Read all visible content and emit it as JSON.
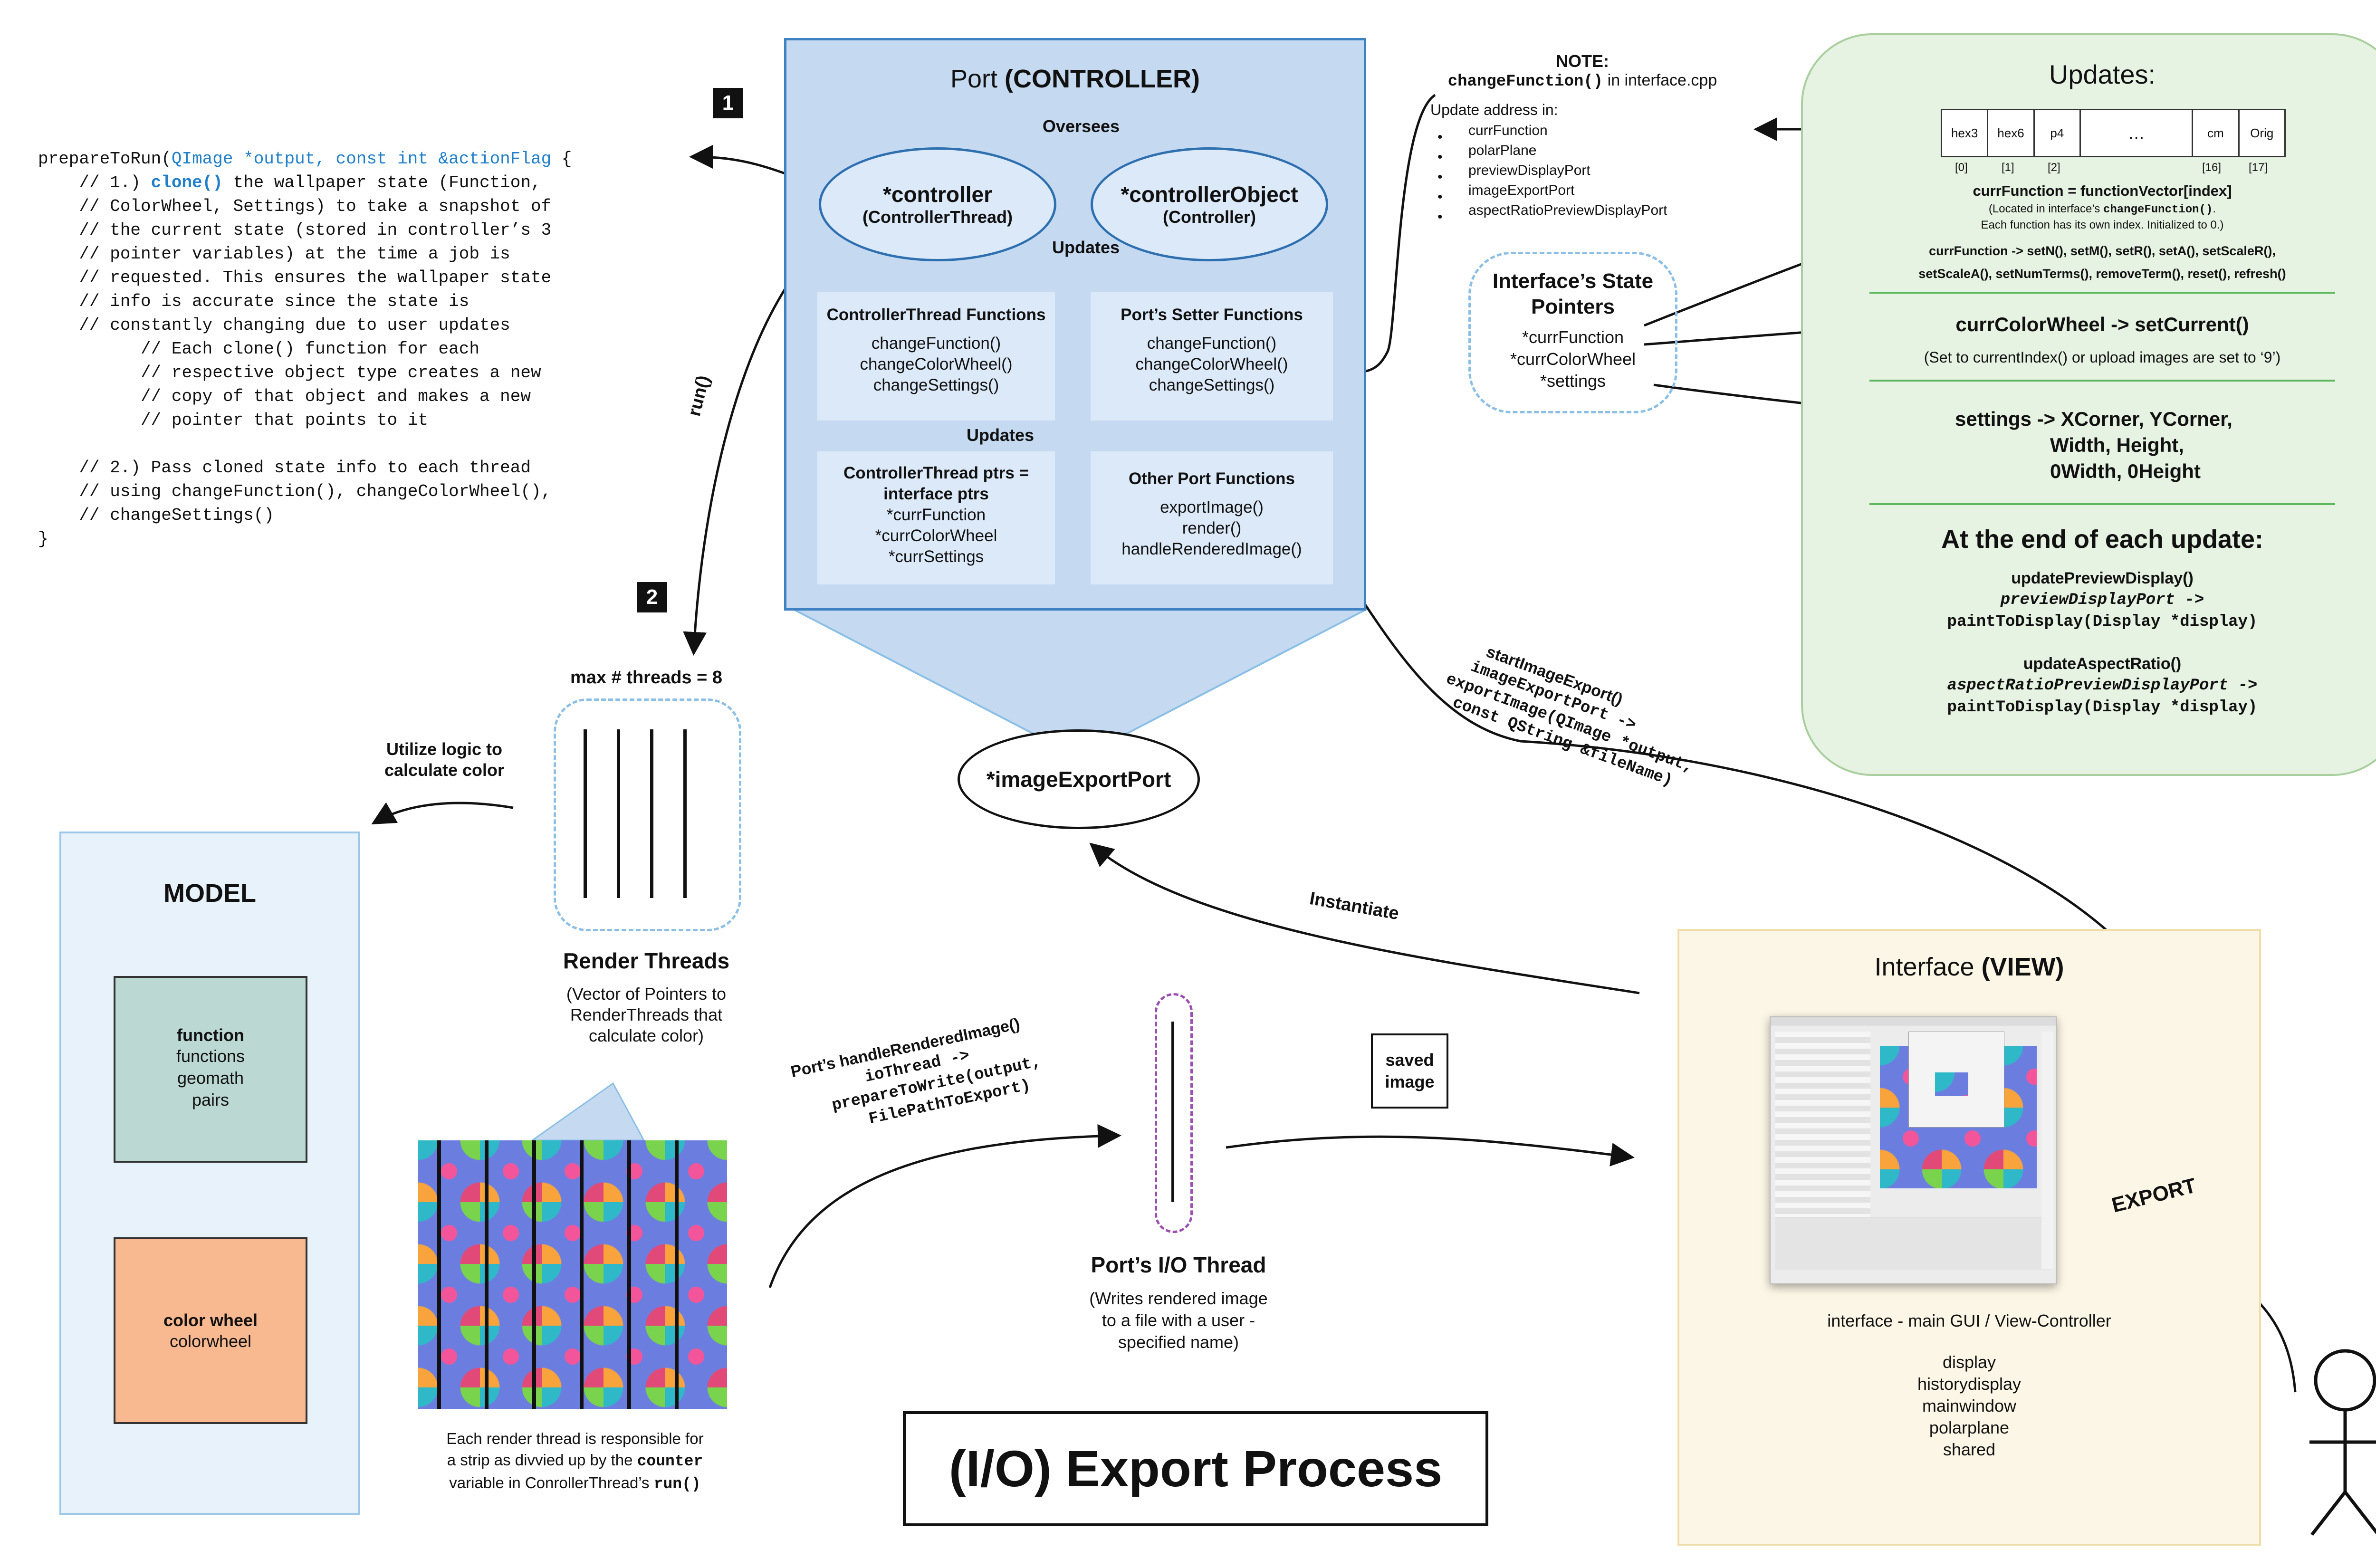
{
  "code": {
    "lines": [
      "prepareToRun(|QImage *output, const int &actionFlag| {",
      "    // 1.) |clone()| the wallpaper state (Function,",
      "    // ColorWheel, Settings) to take a snapshot of",
      "    // the current state (stored in controller’s 3",
      "    // pointer variables) at the time a job is",
      "    // requested. This ensures the wallpaper state",
      "    // info is accurate since the state is",
      "    // constantly changing due to user updates",
      "          // Each clone() function for each",
      "          // respective object type creates a new",
      "          // copy of that object and makes a new",
      "          // pointer that points to it",
      "",
      "    // 2.) Pass cloned state info to each thread",
      "    // using changeFunction(), changeColorWheel(),",
      "    // changeSettings()",
      "}"
    ]
  },
  "steps": {
    "one": "1",
    "two": "2"
  },
  "controller": {
    "title_plain": "Port ",
    "title_bold": "(CONTROLLER)",
    "oversees": "Oversees",
    "updates_top": "Updates",
    "updates_mid": "Updates",
    "ellipse_left": {
      "name": "*controller",
      "sub": "(ControllerThread)"
    },
    "ellipse_right": {
      "name": "*controllerObject",
      "sub": "(Controller)"
    },
    "panels": {
      "thread_functions": {
        "title": "ControllerThread Functions",
        "items": [
          "changeFunction()",
          "changeColorWheel()",
          "changeSettings()"
        ]
      },
      "setter_functions": {
        "title": "Port’s Setter Functions",
        "items": [
          "changeFunction()",
          "changeColorWheel()",
          "changeSettings()"
        ]
      },
      "thread_ptrs": {
        "title": "ControllerThread ptrs = interface ptrs",
        "items": [
          "*currFunction",
          "*currColorWheel",
          "*currSettings"
        ]
      },
      "other_functions": {
        "title": "Other Port Functions",
        "items": [
          "exportImage()",
          "render()",
          "handleRenderedImage()"
        ]
      }
    }
  },
  "run_label": "run()",
  "image_export_port": "*imageExportPort",
  "instantiate_label": "Instantiate",
  "threads": {
    "max_label": "max # threads = 8",
    "title": "Render Threads",
    "desc": "(Vector of Pointers to RenderThreads that calculate color)",
    "utilize": "Utilize logic to calculate color"
  },
  "model": {
    "title": "MODEL",
    "function_box": {
      "title": "function",
      "items": [
        "functions",
        "geomath",
        "pairs"
      ]
    },
    "colorwheel_box": {
      "title": "color wheel",
      "items": [
        "colorwheel"
      ]
    },
    "colors": {
      "function_box": "#bcd8d3",
      "colorwheel_box": "#f9b990"
    }
  },
  "strip_caption": {
    "a": "Each render thread is responsible for",
    "b": "a strip as divvied up by the",
    "code1": "counter",
    "c": "variable in ConrollerThread’s",
    "code2": "run()"
  },
  "handle_label": {
    "l1": "Port’s handleRenderedImage()",
    "l2": "ioThread ->",
    "l3": "prepareToWrite(output,",
    "l4": "FilePathToExport)"
  },
  "io_thread": {
    "title": "Port’s I/O Thread",
    "desc": "(Writes rendered image to a file with a user -specified name)"
  },
  "saved_image": {
    "l1": "saved",
    "l2": "image"
  },
  "export_title": "(I/O) Export Process",
  "start_export": {
    "l1": "startImageExport()",
    "l2": "imageExportPort ->",
    "l3": "exportImage(QImage *output,",
    "l4": "const QString &fileName)"
  },
  "note": {
    "title": "NOTE:",
    "line_code": "changeFunction()",
    "line_rest": " in interface.cpp",
    "update_label": "Update address in:",
    "items": [
      "currFunction",
      "polarPlane",
      "previewDisplayPort",
      "imageExportPort",
      "aspectRatioPreviewDisplayPort"
    ]
  },
  "state_pointers": {
    "title": "Interface’s State Pointers",
    "items": [
      "*currFunction",
      "*currColorWheel",
      "*settings"
    ]
  },
  "updates": {
    "title": "Updates:",
    "table": [
      "hex3",
      "hex6",
      "p4",
      "…",
      "cm",
      "Orig"
    ],
    "indices": [
      "[0]",
      "[1]",
      "[2]",
      "[16]",
      "[17]"
    ],
    "curr_function": "currFunction = functionVector[index]",
    "located_a": "(Located in interface’s ",
    "located_code": "changeFunction()",
    "located_b": ".",
    "located_c": "Each function has its own index. Initialized to 0.)",
    "setters_1": "currFunction -> setN(), setM(), setR(), setA(), setScaleR(),",
    "setters_2": "setScaleA(), setNumTerms(), removeTerm(), reset(), refresh()",
    "colorwheel": "currColorWheel -> setCurrent()",
    "colorwheel_note": "(Set to currentIndex() or upload images are set to ‘9’)",
    "settings_1": "settings -> XCorner, YCorner,",
    "settings_2": "Width, Height,",
    "settings_3": "0Width, 0Height",
    "end_title": "At the end of each update:",
    "preview_1": "updatePreviewDisplay()",
    "preview_2": "previewDisplayPort ->",
    "preview_3": "paintToDisplay(Display *display)",
    "aspect_1": "updateAspectRatio()",
    "aspect_2": "aspectRatioPreviewDisplayPort ->",
    "aspect_3": "paintToDisplay(Display *display)"
  },
  "view": {
    "title_plain": "Interface ",
    "title_bold": "(VIEW)",
    "caption": "interface - main GUI / View-Controller",
    "items": [
      "display",
      "historydisplay",
      "mainwindow",
      "polarplane",
      "shared"
    ],
    "export_label": "EXPORT"
  }
}
